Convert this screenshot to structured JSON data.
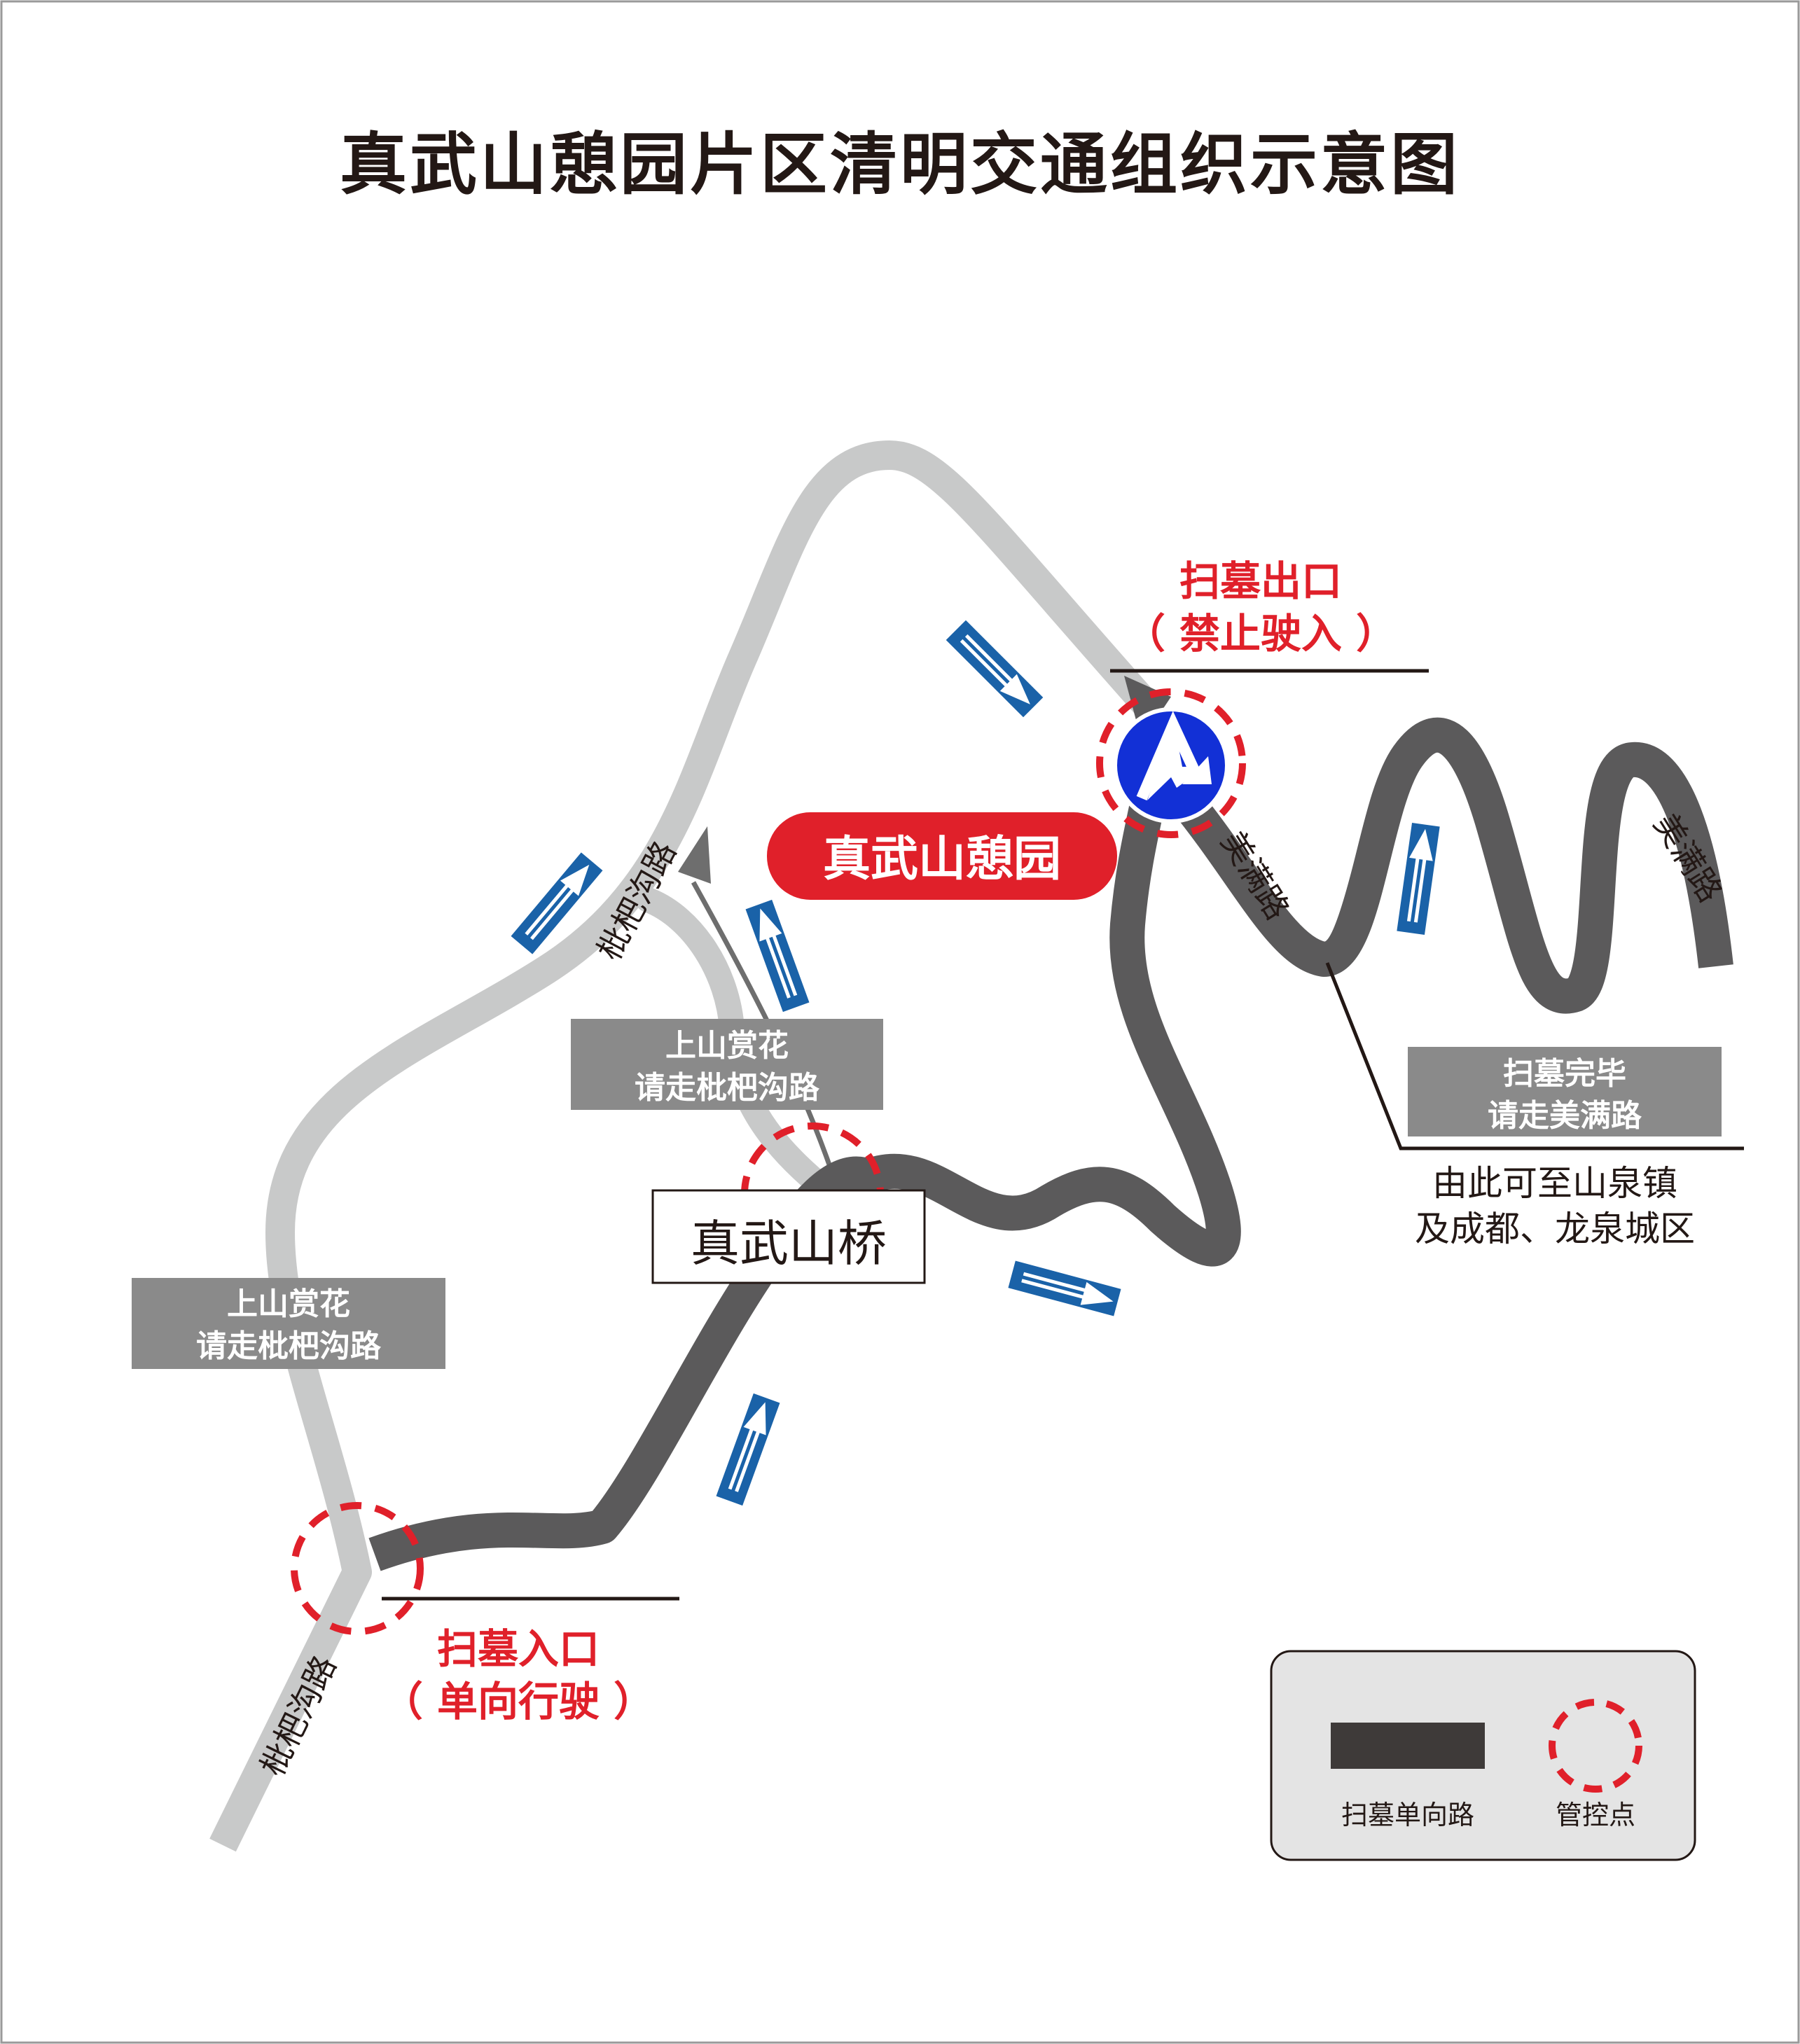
{
  "title": "真武山憩园片区清明交通组织示意图",
  "place_label": "真武山憩园",
  "bridge_label": "真武山桥",
  "exit": {
    "line1": "扫墓出口",
    "line2": "（ 禁止驶入 ）"
  },
  "entrance": {
    "line1": "扫墓入口",
    "line2": "（ 单向行驶 ）"
  },
  "sign_left": {
    "line1": "上山赏花",
    "line2": "请走枇杷沟路"
  },
  "sign_center": {
    "line1": "上山赏花",
    "line2": "请走枇杷沟路"
  },
  "sign_right": {
    "line1": "扫墓完毕",
    "line2": "请走美满路"
  },
  "destination": {
    "line1": "由此可至山泉镇",
    "line2": "及成都、龙泉城区"
  },
  "road_labels": {
    "pipagou_top": "枇杷沟路",
    "pipagou_bottom": "枇杷沟路",
    "meiman_left": "美满路",
    "meiman_right": "美满路"
  },
  "legend": {
    "oneway_label": "扫墓单向路",
    "control_label": "管控点"
  },
  "colors": {
    "light_road": "#c8c9c9",
    "dark_road": "#5b5a5b",
    "sign_gray": "#8a8a8a",
    "arrow_blue": "#1a62a8",
    "accent_red": "#e0202a",
    "round_sign_blue": "#1230d6",
    "legend_bg": "#e4e4e4"
  }
}
